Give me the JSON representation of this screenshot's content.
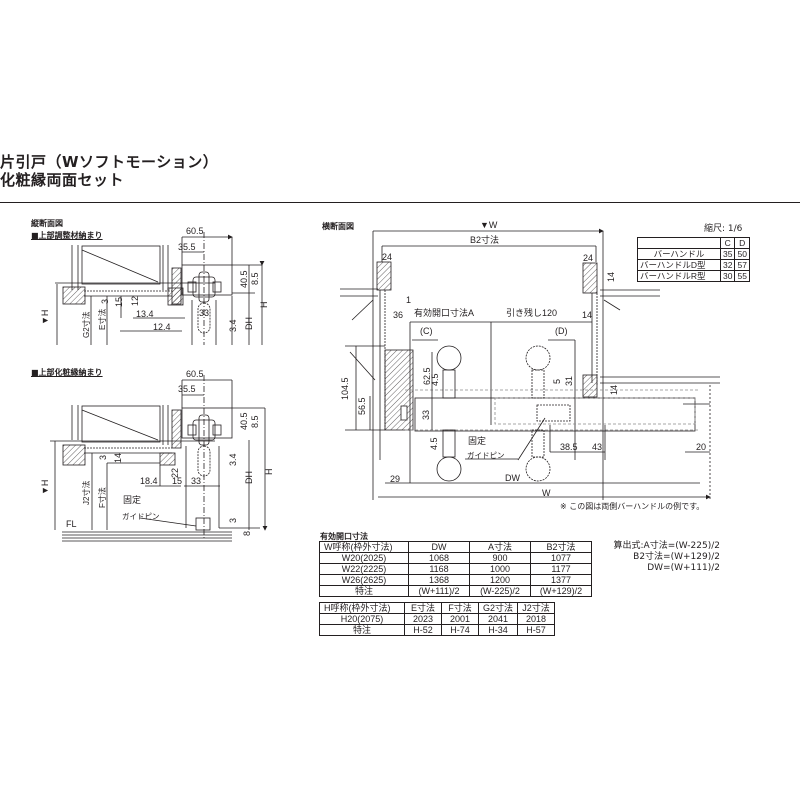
{
  "title": {
    "line1": "片引戸（Wソフトモーション）",
    "line2": "化粧縁両面セット"
  },
  "vertical_section": {
    "heading": "縦断面図",
    "top_detail": {
      "label": "■上部調整材納まり",
      "dims": {
        "d60_5": "60.5",
        "d35_5": "35.5",
        "d40_5": "40.5",
        "d8_5": "8.5",
        "h": "H",
        "h_tri": "▼H",
        "d3": "3",
        "d15": "15",
        "d12": "12",
        "d13_4": "13.4",
        "d12_4": "12.4",
        "d33": "33",
        "d3_4": "3.4",
        "dh": "DH",
        "g2": "G2寸法",
        "e": "E寸法"
      }
    },
    "bottom_detail": {
      "label": "■上部化粧縁納まり",
      "dims": {
        "d60_5": "60.5",
        "d35_5": "35.5",
        "d40_5": "40.5",
        "d8_5": "8.5",
        "h": "H",
        "h_tri": "▼H",
        "d3a": "3",
        "d14": "14",
        "d22": "22",
        "d18_4": "18.4",
        "d15": "15",
        "d33": "33",
        "d3_4": "3.4",
        "dh": "DH",
        "d3b": "3",
        "d8": "8",
        "j2": "J2寸法",
        "f": "F寸法",
        "fl": "FL",
        "fixed": "固定",
        "guide_pin": "ガイドピン"
      }
    }
  },
  "horizontal_section": {
    "heading": "横断面図",
    "scale": "縮尺: 1/6",
    "dims": {
      "w_tri": "▼W",
      "b2": "B2寸法",
      "d24a": "24",
      "d24b": "24",
      "d14a": "14",
      "d14b": "14",
      "d1": "1",
      "d36": "36",
      "opening_a": "有効開口寸法A",
      "hikinokoshi": "引き残し120",
      "c": "(C)",
      "d": "(D)",
      "d104_5": "104.5",
      "d56_5": "56.5",
      "d62_5": "62.5",
      "d4_5a": "4.5",
      "d33": "33",
      "d4_5b": "4.5",
      "d5": "5",
      "d31": "31",
      "d14c": "14",
      "d38_5": "38.5",
      "d43": "43",
      "d20": "20",
      "d29": "29",
      "dw": "DW",
      "w": "W",
      "fixed": "固定",
      "guide_pin": "ガイドピン"
    },
    "note": "※ この図は両側バーハンドルの例です。",
    "handle_table": {
      "headers": [
        "",
        "C",
        "D"
      ],
      "rows": [
        [
          "バーハンドル",
          "35",
          "50"
        ],
        [
          "バーハンドルD型",
          "32",
          "57"
        ],
        [
          "バーハンドルR型",
          "30",
          "55"
        ]
      ]
    }
  },
  "opening_table": {
    "caption": "有効開口寸法",
    "headers": [
      "W呼称(枠外寸法)",
      "DW",
      "A寸法",
      "B2寸法"
    ],
    "rows": [
      [
        "W20(2025)",
        "1068",
        "900",
        "1077"
      ],
      [
        "W22(2225)",
        "1168",
        "1000",
        "1177"
      ],
      [
        "W26(2625)",
        "1368",
        "1200",
        "1377"
      ],
      [
        "特注",
        "(W+111)/2",
        "(W-225)/2",
        "(W+129)/2"
      ]
    ]
  },
  "height_table": {
    "headers": [
      "H呼称(枠外寸法)",
      "E寸法",
      "F寸法",
      "G2寸法",
      "J2寸法"
    ],
    "rows": [
      [
        "H20(2075)",
        "2023",
        "2001",
        "2041",
        "2018"
      ],
      [
        "特注",
        "H-52",
        "H-74",
        "H-34",
        "H-57"
      ]
    ]
  },
  "formulas": {
    "line1": "算出式:A寸法=(W-225)/2",
    "line2": "B2寸法=(W+129)/2",
    "line3": "DW=(W+111)/2"
  },
  "colors": {
    "ink": "#231f20",
    "background": "#ffffff",
    "dashed": "#8a8a8a"
  }
}
